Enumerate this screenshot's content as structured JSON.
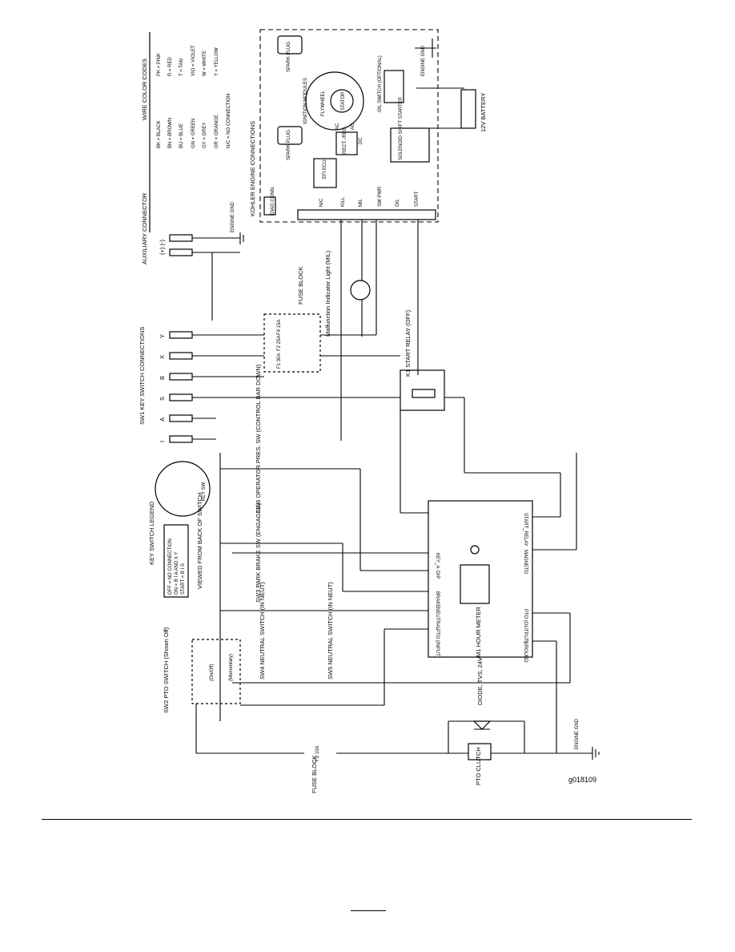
{
  "figure_id": "g018109",
  "wire_codes": {
    "title": "WIRE COLOR CODES",
    "col1": [
      "BK = BLACK",
      "BN = BROWN",
      "BU = BLUE",
      "GN = GREEN",
      "GY = GREY",
      "OR = ORANGE",
      "N/C = NO CONNECTION"
    ],
    "col2": [
      "PK = PINK",
      "R = RED",
      "T = TAN",
      "VIO = VIOLET",
      "W = WHITE",
      "Y = YELLOW"
    ]
  },
  "kohler": {
    "title": "KOHLER ENGINE CONNECTIONS",
    "engine_gnd": "ENGINE GND",
    "battery": "12V BATTERY",
    "spark_plug": "SPARK PLUG",
    "ignition": "IGNITION MODULES",
    "flywheel": "FLYWHEEL",
    "stator": "STATOR",
    "oil_switch": "OIL SWITCH (OPTIONAL)",
    "rect": "RECT. /REG.",
    "solenoid": "SOLENOID SHIFT STARTER",
    "efi": "EFI ECU",
    "diag": "DIAG CONN.",
    "pins": [
      "N/C",
      "KILL",
      "MIL",
      "SW PWR",
      "OIL",
      "START"
    ],
    "ac": "AC",
    "dc": "DC"
  },
  "aux": {
    "title": "AUXILIARY CONNECTOR",
    "pol": "(+) (-)",
    "gnd": "ENGINE GND"
  },
  "fuse_block": {
    "title": "FUSE BLOCK",
    "fuses": [
      "F4 15A",
      "F2 25A",
      "F1 30A"
    ]
  },
  "mil": "Malfunction Indicator Light (MIL)",
  "sw1": {
    "title": "SW1 KEY SWITCH CONNECTIONS",
    "terms": [
      "Y",
      "X",
      "B",
      "S",
      "A",
      "I"
    ]
  },
  "k1": "K1 START RELAY (OFF)",
  "legend": {
    "title": "KEY SWITCH LEGEND",
    "rows": [
      "OFF = NO CONNECTION",
      "ON = B I A AND X Y",
      "START = B I S"
    ],
    "view": "VIEWED FROM BACK OF SWITCH",
    "key": "KEY SW"
  },
  "switches": {
    "sw6": "SW6 OPERATOR PRES. SW (CONTROL BAR DOWN)",
    "sw3": "SW3 PARK BRAKE SW (ENGAGED)",
    "sw4": "SW4 NEUTRAL SWITCH (IN NEUT)",
    "sw5": "SW5 NEUTRAL SWITCH (IN NEUT)",
    "sw2": "SW2 PTO SWITCH (Shown Off)",
    "on_off": "(On/Off)",
    "momentary": "(Momentary)"
  },
  "hour_meter": {
    "title": "M1 HOUR METER",
    "pins": [
      "START_RELAY",
      "MAGNETO",
      "PTO (OUTPUT)",
      "GROUND",
      "KEY_A",
      "O/P",
      "BRAKE",
      "NEUTRAL",
      "PTO (INPUT)"
    ]
  },
  "pto": {
    "clutch": "PTO CLUTCH",
    "diode": "DIODE, TVS, 24V",
    "fuse": "F3 10A",
    "fuse_block": "FUSE BLOCK",
    "gnd": "ENGINE GND"
  }
}
